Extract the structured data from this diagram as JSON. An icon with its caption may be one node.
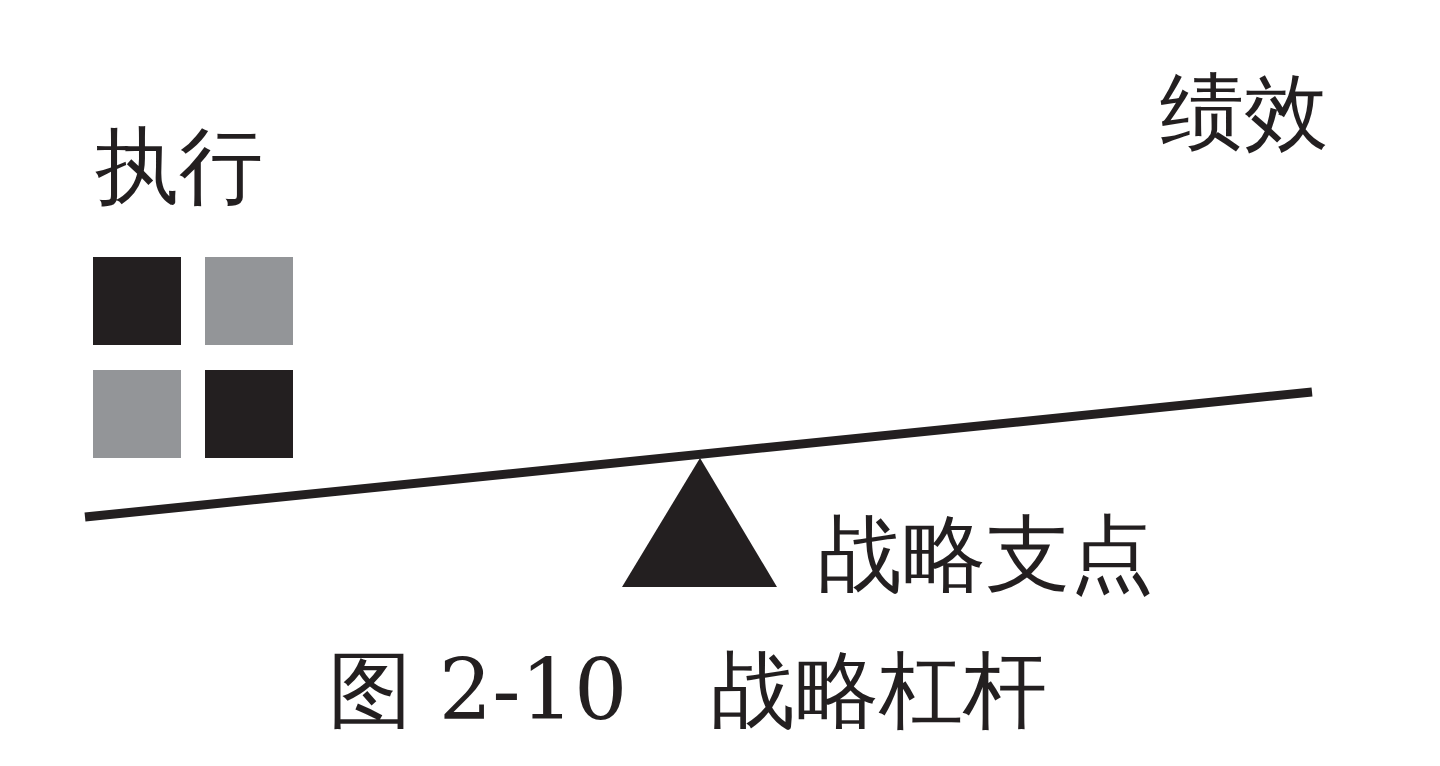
{
  "diagram": {
    "caption": "图 2-10　战略杠杆",
    "labels": [
      "绩效",
      "执行",
      "战略支点"
    ]
  }
}
